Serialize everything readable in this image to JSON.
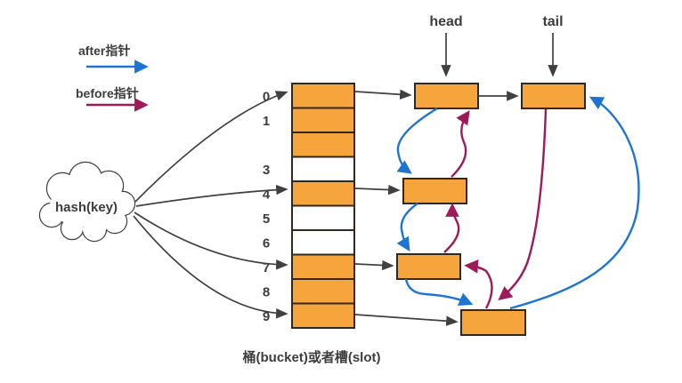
{
  "legend": {
    "after_label": "after指针",
    "before_label": "before指针"
  },
  "cloud_label": "hash(key)",
  "head_label": "head",
  "tail_label": "tail",
  "caption": "桶(bucket)或者槽(slot)",
  "bucket_cells": [
    {
      "index": "0",
      "filled": true
    },
    {
      "index": "1",
      "filled": true
    },
    {
      "index": "",
      "filled": true
    },
    {
      "index": "3",
      "filled": false
    },
    {
      "index": "4",
      "filled": true
    },
    {
      "index": "5",
      "filled": false
    },
    {
      "index": "6",
      "filled": false
    },
    {
      "index": "7",
      "filled": true
    },
    {
      "index": "8",
      "filled": true
    },
    {
      "index": "9",
      "filled": true
    }
  ],
  "colors": {
    "node_fill": "#F5A53C",
    "node_border": "#33281C",
    "after_arrow": "#1E74D2",
    "before_arrow": "#9E1A58",
    "line_color": "#404040",
    "text_color": "#3D3D3D"
  }
}
